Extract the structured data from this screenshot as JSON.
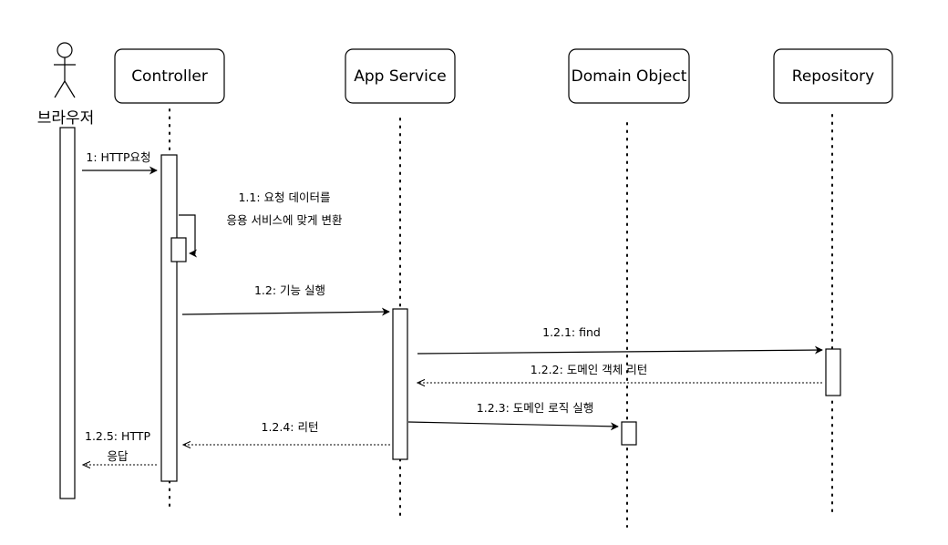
{
  "actor": {
    "label": "브라우저"
  },
  "lifelines": {
    "controller": "Controller",
    "app_service": "App Service",
    "domain_object": "Domain Object",
    "repository": "Repository"
  },
  "messages": {
    "m1": "1: HTTP요청",
    "m1_1_line1": "1.1: 요청 데이터를",
    "m1_1_line2": "응용 서비스에 맞게 변환",
    "m1_2": "1.2: 기능 실행",
    "m1_2_1": "1.2.1: find",
    "m1_2_2": "1.2.2: 도메인 객체 리턴",
    "m1_2_3": "1.2.3: 도메인 로직 실행",
    "m1_2_4": "1.2.4: 리턴",
    "m1_2_5_line1": "1.2.5: HTTP",
    "m1_2_5_line2": "응답"
  }
}
